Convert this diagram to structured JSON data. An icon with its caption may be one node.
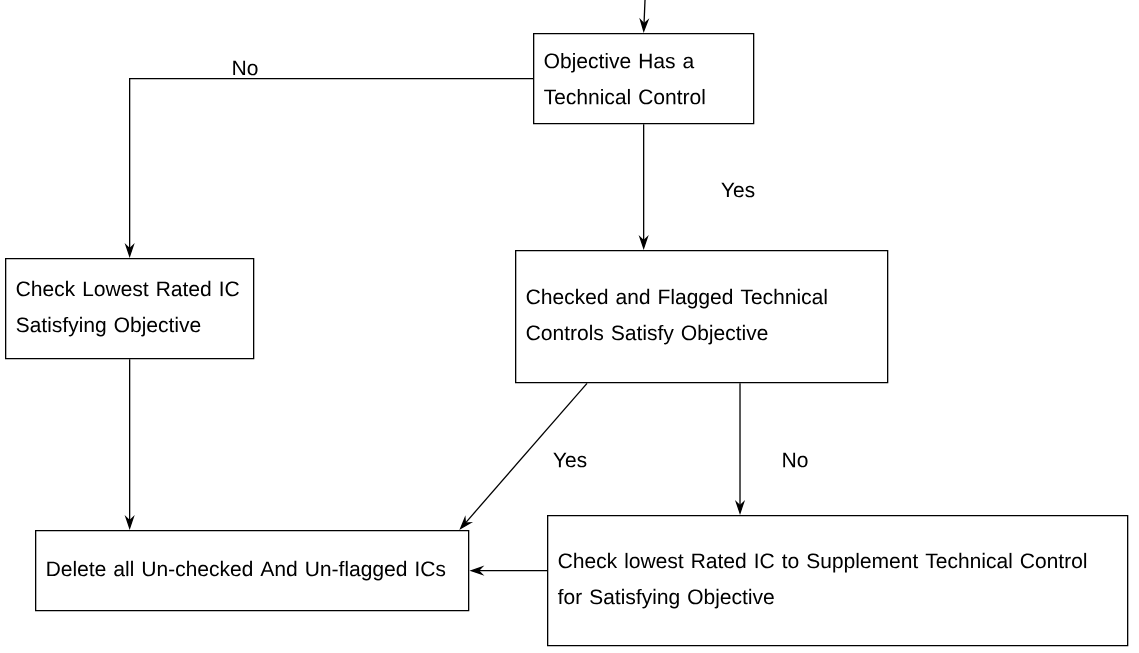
{
  "diagram": {
    "nodes": [
      {
        "text": [
          "Objective Has a Technical Control"
        ]
      },
      {
        "text": [
          "Check Lowest Rated IC Satisfying Objective"
        ]
      },
      {
        "text": [
          "Checked and Flagged Technical Controls Satisfy Objective"
        ]
      },
      {
        "text": [
          "Delete all Un-checked And Un-flagged ICs"
        ]
      },
      {
        "text": [
          "Check lowest Rated IC to Supplement Technical Control for Satisfying Objective"
        ]
      }
    ],
    "edges": [
      {
        "from": null,
        "to": 0,
        "arrow": "to"
      },
      {
        "from": 0,
        "to": 1,
        "arrow": "to",
        "label": "No"
      },
      {
        "from": 0,
        "to": 2,
        "arrow": "to",
        "label": "Yes"
      },
      {
        "from": 1,
        "to": 3,
        "arrow": "to"
      },
      {
        "from": 2,
        "to": 3,
        "arrow": "to",
        "label": "Yes"
      },
      {
        "from": 2,
        "to": 4,
        "arrow": "to",
        "label": "No"
      },
      {
        "from": 4,
        "to": 3,
        "arrow": "to"
      }
    ]
  }
}
